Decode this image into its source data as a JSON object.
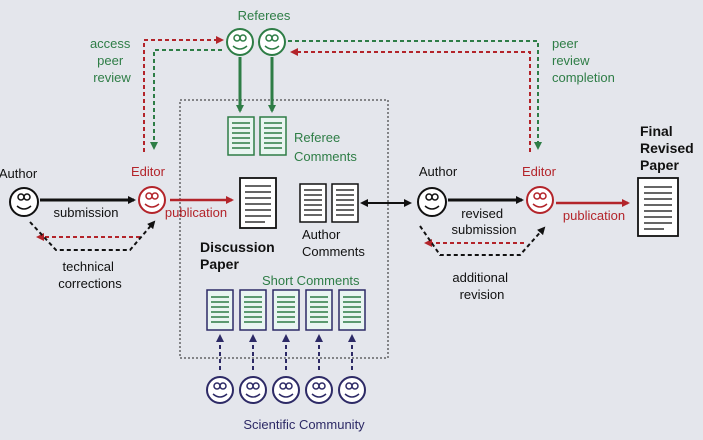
{
  "colors": {
    "background": "#e4e6ec",
    "green": "#2e7d46",
    "red": "#b3242a",
    "black": "#111111",
    "navy": "#2d2a66",
    "doc_fill": "#e9f5f1"
  },
  "labels": {
    "referees": "Referees",
    "access_peer_review": [
      "access",
      "peer",
      "review"
    ],
    "peer_review_completion": [
      "peer",
      "review",
      "completion"
    ],
    "referee_comments": [
      "Referee",
      "Comments"
    ],
    "author_left": "Author",
    "editor_left": "Editor",
    "submission": "submission",
    "publication_left": "publication",
    "technical_corrections": [
      "technical",
      "corrections"
    ],
    "discussion_paper": [
      "Discussion",
      "Paper"
    ],
    "author_comments": [
      "Author",
      "Comments"
    ],
    "short_comments": "Short Comments",
    "author_right": "Author",
    "editor_right": "Editor",
    "revised_submission": [
      "revised",
      "submission"
    ],
    "publication_right": "publication",
    "additional_revision": [
      "additional",
      "revision"
    ],
    "final_revised_paper": [
      "Final",
      "Revised",
      "Paper"
    ],
    "scientific_community": "Scientific Community"
  },
  "icons": {
    "face": "smiley-face-icon",
    "document": "document-icon"
  }
}
